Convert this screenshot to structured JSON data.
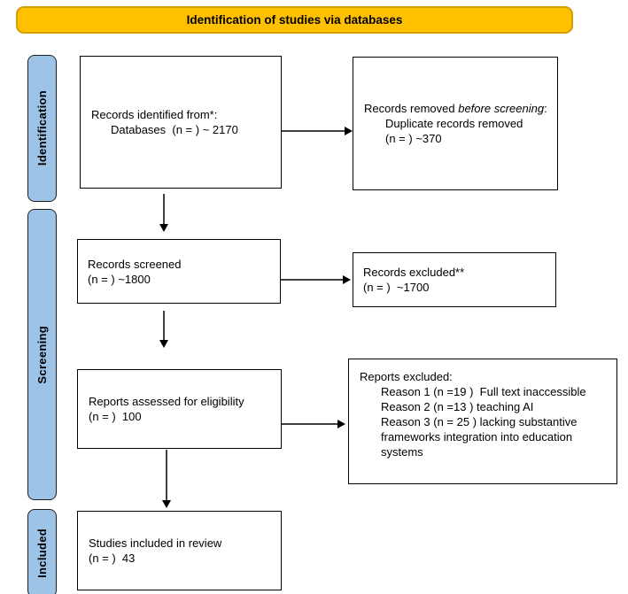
{
  "title": "Identification of studies via databases",
  "colors": {
    "banner_fill": "#FFC000",
    "banner_border": "#D39E00",
    "stage_fill": "#9DC3E6",
    "stage_border": "#1F1F1F",
    "box_border": "#000000",
    "arrow": "#404040"
  },
  "stages": [
    {
      "label": "Identification"
    },
    {
      "label": "Screening"
    },
    {
      "label": "Included"
    }
  ],
  "boxes": {
    "records_identified": {
      "line1": "Records identified from*:",
      "line2": "Databases  (n = ) ~ 2170"
    },
    "records_removed": {
      "pre": "Records removed ",
      "italic": "before screening",
      "post": ":",
      "line2": "Duplicate records removed",
      "line3": "(n = ) ~370"
    },
    "records_screened": {
      "line1": "Records screened",
      "line2": "(n = ) ~1800"
    },
    "records_excluded": {
      "line1": "Records excluded**",
      "line2": "(n = )  ~1700"
    },
    "reports_assessed": {
      "line1": "Reports assessed for eligibility",
      "line2": "(n = )  100"
    },
    "reports_excluded": {
      "line1": "Reports excluded:",
      "reasons": [
        "Reason 1 (n =19 )  Full text inaccessible",
        "Reason 2 (n =13 ) teaching AI",
        "Reason 3 (n = 25 ) lacking substantive frameworks integration into education systems"
      ]
    },
    "studies_included": {
      "line1": "Studies included in review",
      "line2": "(n = )  43"
    }
  }
}
